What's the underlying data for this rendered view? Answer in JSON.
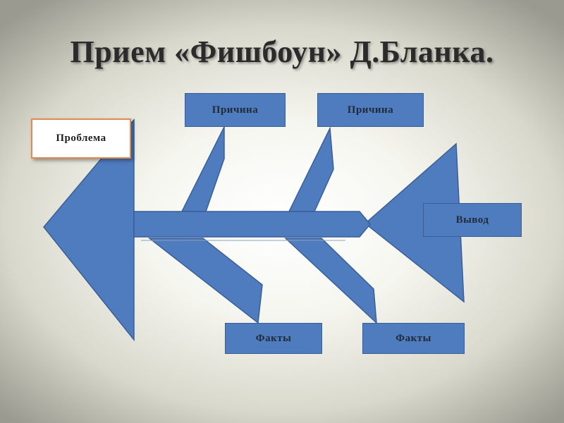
{
  "title": "Прием «Фишбоун»  Д.Бланка.",
  "diagram": {
    "problem": "Проблема",
    "causes": [
      "Причина",
      "Причина"
    ],
    "facts": [
      "Факты",
      "Факты"
    ],
    "conclusion": "Вывод"
  },
  "colors": {
    "shape_fill": "#4f7cbe",
    "shape_stroke": "#3a5f96",
    "problem_border": "#e08a50"
  }
}
